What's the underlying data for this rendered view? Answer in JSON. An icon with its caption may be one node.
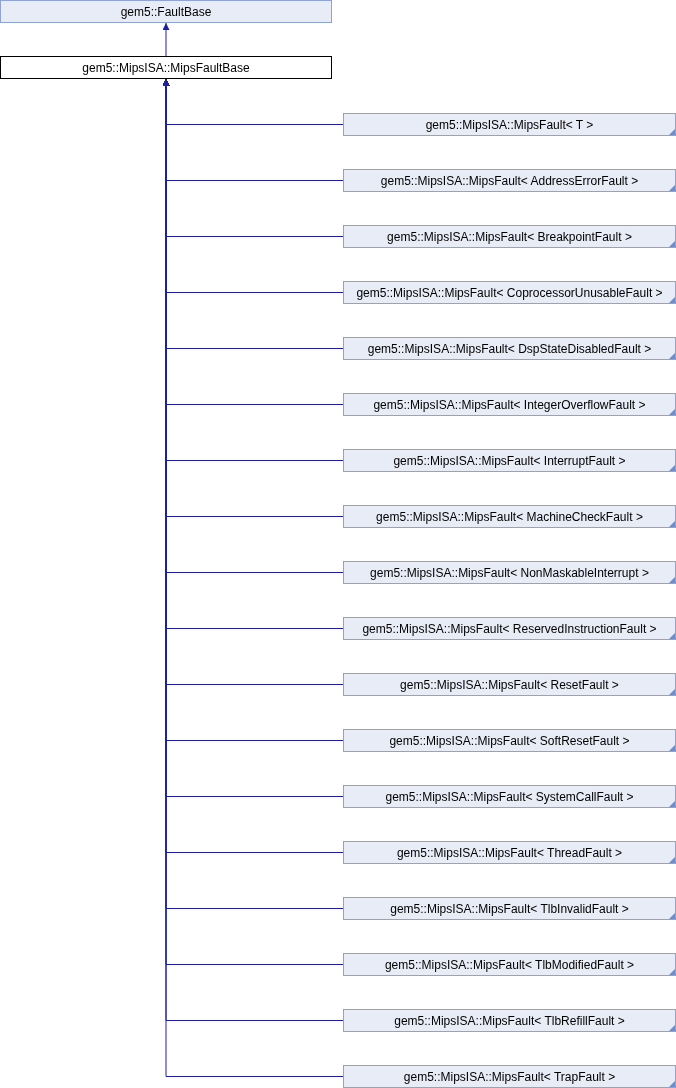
{
  "diagram": {
    "nodes": [
      {
        "text": [
          "gem5::FaultBase"
        ]
      },
      {
        "text": [
          "gem5::MipsISA::MipsFaultBase"
        ]
      },
      {
        "text": [
          "gem5::MipsISA::MipsFault< T >"
        ]
      },
      {
        "text": [
          "gem5::MipsISA::MipsFault< AddressErrorFault >"
        ]
      },
      {
        "text": [
          "gem5::MipsISA::MipsFault< BreakpointFault >"
        ]
      },
      {
        "text": [
          "gem5::MipsISA::MipsFault< CoprocessorUnusableFault >"
        ]
      },
      {
        "text": [
          "gem5::MipsISA::MipsFault< DspStateDisabledFault >"
        ]
      },
      {
        "text": [
          "gem5::MipsISA::MipsFault< IntegerOverflowFault >"
        ]
      },
      {
        "text": [
          "gem5::MipsISA::MipsFault< InterruptFault >"
        ]
      },
      {
        "text": [
          "gem5::MipsISA::MipsFault< MachineCheckFault >"
        ]
      },
      {
        "text": [
          "gem5::MipsISA::MipsFault< NonMaskableInterrupt >"
        ]
      },
      {
        "text": [
          "gem5::MipsISA::MipsFault< ReservedInstructionFault >"
        ]
      },
      {
        "text": [
          "gem5::MipsISA::MipsFault< ResetFault >"
        ]
      },
      {
        "text": [
          "gem5::MipsISA::MipsFault< SoftResetFault >"
        ]
      },
      {
        "text": [
          "gem5::MipsISA::MipsFault< SystemCallFault >"
        ]
      },
      {
        "text": [
          "gem5::MipsISA::MipsFault< ThreadFault >"
        ]
      },
      {
        "text": [
          "gem5::MipsISA::MipsFault< TlbInvalidFault >"
        ]
      },
      {
        "text": [
          "gem5::MipsISA::MipsFault< TlbModifiedFault >"
        ]
      },
      {
        "text": [
          "gem5::MipsISA::MipsFault< TlbRefillFault >"
        ]
      },
      {
        "text": [
          "gem5::MipsISA::MipsFault< TrapFault >"
        ]
      }
    ],
    "edges": [
      {
        "from": 1,
        "to": 0,
        "arrow": "to"
      },
      {
        "from": 2,
        "to": 1,
        "arrow": "to"
      },
      {
        "from": 3,
        "to": 1,
        "arrow": "to"
      },
      {
        "from": 4,
        "to": 1,
        "arrow": "to"
      },
      {
        "from": 5,
        "to": 1,
        "arrow": "to"
      },
      {
        "from": 6,
        "to": 1,
        "arrow": "to"
      },
      {
        "from": 7,
        "to": 1,
        "arrow": "to"
      },
      {
        "from": 8,
        "to": 1,
        "arrow": "to"
      },
      {
        "from": 9,
        "to": 1,
        "arrow": "to"
      },
      {
        "from": 10,
        "to": 1,
        "arrow": "to"
      },
      {
        "from": 11,
        "to": 1,
        "arrow": "to"
      },
      {
        "from": 12,
        "to": 1,
        "arrow": "to"
      },
      {
        "from": 13,
        "to": 1,
        "arrow": "to"
      },
      {
        "from": 14,
        "to": 1,
        "arrow": "to"
      },
      {
        "from": 15,
        "to": 1,
        "arrow": "to"
      },
      {
        "from": 16,
        "to": 1,
        "arrow": "to"
      },
      {
        "from": 17,
        "to": 1,
        "arrow": "to"
      },
      {
        "from": 18,
        "to": 1,
        "arrow": "to"
      },
      {
        "from": 19,
        "to": 1,
        "arrow": "to"
      }
    ]
  }
}
